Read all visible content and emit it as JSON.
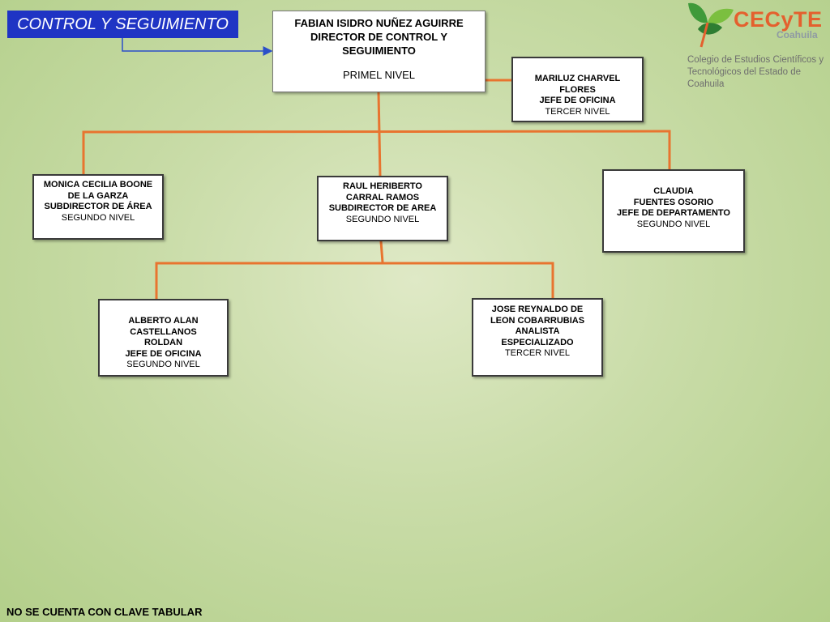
{
  "header": {
    "title": "CONTROL Y SEGUIMIENTO"
  },
  "logo": {
    "brand": "CECyTE",
    "region": "Coahuila",
    "institution_line1": "Colegio de Estudios Científicos y",
    "institution_line2": "Tecnológicos del Estado de Coahuila"
  },
  "org": {
    "director": {
      "lines": [
        "FABIAN ISIDRO NUÑEZ AGUIRRE",
        "DIRECTOR DE CONTROL Y",
        "SEGUIMIENTO"
      ],
      "level": "PRIMEL NIVEL"
    },
    "mariluz": {
      "lines": [
        "MARILUZ CHARVEL",
        "FLORES",
        "JEFE DE OFICINA"
      ],
      "level": "TERCER NIVEL"
    },
    "monica": {
      "lines": [
        "MONICA CECILIA BOONE",
        "DE LA GARZA",
        "SUBDIRECTOR DE ÁREA"
      ],
      "level": "SEGUNDO NIVEL"
    },
    "raul": {
      "lines": [
        "RAUL HERIBERTO",
        "CARRAL RAMOS",
        "SUBDIRECTOR DE AREA"
      ],
      "level": "SEGUNDO NIVEL"
    },
    "claudia": {
      "lines": [
        "CLAUDIA",
        "FUENTES OSORIO",
        "JEFE DE DEPARTAMENTO"
      ],
      "level": "SEGUNDO NIVEL"
    },
    "alberto": {
      "lines": [
        "ALBERTO ALAN",
        "CASTELLANOS",
        "ROLDAN",
        "JEFE DE OFICINA"
      ],
      "level": "SEGUNDO NIVEL"
    },
    "jose": {
      "lines": [
        "JOSE REYNALDO DE",
        "LEON COBARRUBIAS",
        "ANALISTA",
        "ESPECIALIZADO"
      ],
      "level": "TERCER NIVEL"
    }
  },
  "footer": {
    "note": "NO SE CUENTA CON CLAVE TABULAR"
  },
  "colors": {
    "title_bg": "#1f34c4",
    "connector": "#e8742f",
    "arrow": "#2a4fc9",
    "brand": "#e4602e"
  }
}
